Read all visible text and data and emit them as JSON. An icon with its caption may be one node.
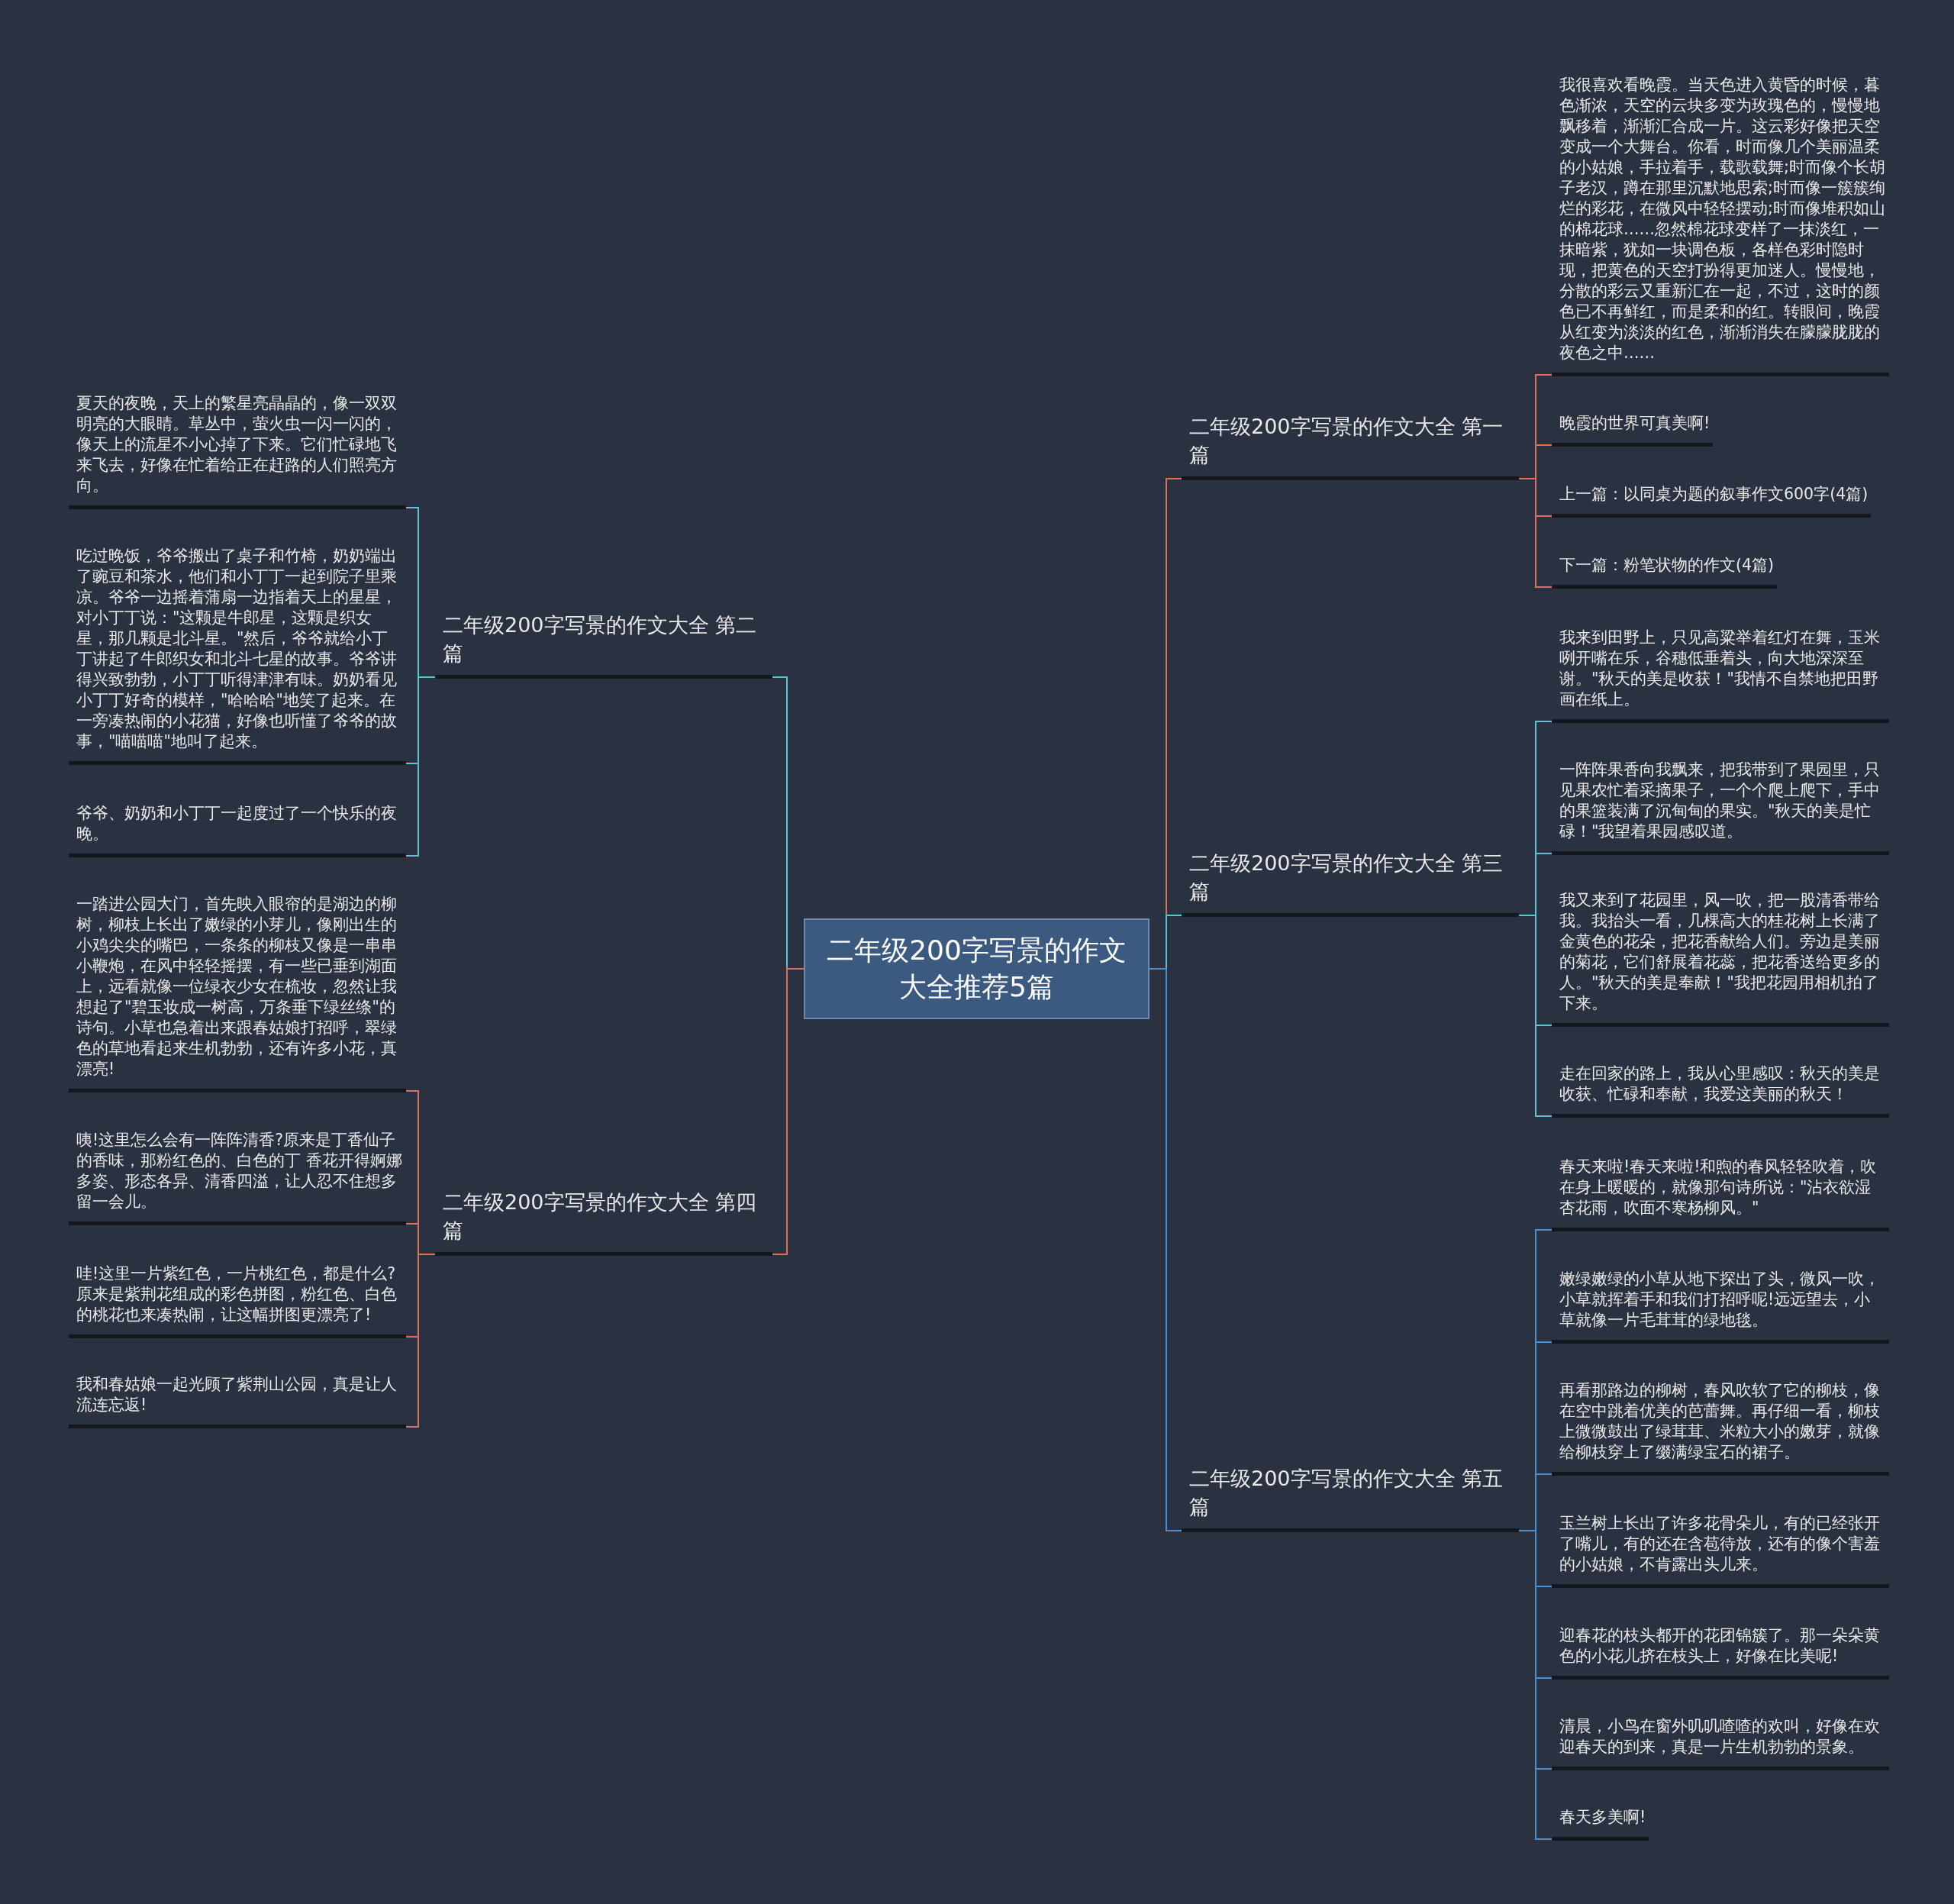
{
  "diagram": {
    "nodes": [
      {
        "text": [
          "二年级200字写景的作文大全推荐5篇"
        ]
      },
      {
        "text": [
          "二年级200字写景的作文大全 第一篇"
        ]
      },
      {
        "text": [
          "我很喜欢看晚霞。当天色进入黄昏的时候，暮色渐浓，天空的云块多变为玫瑰色的，慢慢地飘移着，渐渐汇合成一片。这云彩好像把天空变成一个大舞台。你看，时而像几个美丽温柔的小姑娘，手拉着手，载歌载舞;时而像个长胡子老汉，蹲在那里沉默地思索;时而像一簇簇绚烂的彩花，在微风中轻轻摆动;时而像堆积如山的棉花球……忽然棉花球变样了一抹淡红，一抹暗紫，犹如一块调色板，各样色彩时隐时现，把黄色的天空打扮得更加迷人。慢慢地，分散的彩云又重新汇在一起，不过，这时的颜色已不再鲜红，而是柔和的红。转眼间，晚霞从红变为淡淡的红色，渐渐消失在朦朦胧胧的夜色之中……"
        ]
      },
      {
        "text": [
          "晚霞的世界可真美啊!"
        ]
      },
      {
        "text": [
          "上一篇：以同桌为题的叙事作文600字(4篇)"
        ]
      },
      {
        "text": [
          "下一篇：粉笔状物的作文(4篇)"
        ]
      },
      {
        "text": [
          "二年级200字写景的作文大全 第二篇"
        ]
      },
      {
        "text": [
          "夏天的夜晚，天上的繁星亮晶晶的，像一双双明亮的大眼睛。草丛中，萤火虫一闪一闪的，像天上的流星不小心掉了下来。它们忙碌地飞来飞去，好像在忙着给正在赶路的人们照亮方向。"
        ]
      },
      {
        "text": [
          "吃过晚饭，爷爷搬出了桌子和竹椅，奶奶端出了豌豆和茶水，他们和小丁丁一起到院子里乘凉。爷爷一边摇着蒲扇一边指着天上的星星，对小丁丁说：\"这颗是牛郎星，这颗是织女星，那几颗是北斗星。\"然后，爷爷就给小丁丁讲起了牛郎织女和北斗七星的故事。爷爷讲得兴致勃勃，小丁丁听得津津有味。奶奶看见小丁丁好奇的模样，\"哈哈哈\"地笑了起来。在一旁凑热闹的小花猫，好像也听懂了爷爷的故事，\"喵喵喵\"地叫了起来。"
        ]
      },
      {
        "text": [
          "爷爷、奶奶和小丁丁一起度过了一个快乐的夜晚。"
        ]
      },
      {
        "text": [
          "二年级200字写景的作文大全 第三篇"
        ]
      },
      {
        "text": [
          "我来到田野上，只见高粱举着红灯在舞，玉米咧开嘴在乐，谷穗低垂着头，向大地深深至谢。\"秋天的美是收获！\"我情不自禁地把田野画在纸上。"
        ]
      },
      {
        "text": [
          "一阵阵果香向我飘来，把我带到了果园里，只见果农忙着采摘果子，一个个爬上爬下，手中的果篮装满了沉甸甸的果实。\"秋天的美是忙碌！\"我望着果园感叹道。"
        ]
      },
      {
        "text": [
          "我又来到了花园里，风一吹，把一股清香带给我。我抬头一看，几棵高大的桂花树上长满了金黄色的花朵，把花香献给人们。旁边是美丽的菊花，它们舒展着花蕊，把花香送给更多的人。\"秋天的美是奉献！\"我把花园用相机拍了下来。"
        ]
      },
      {
        "text": [
          "走在回家的路上，我从心里感叹：秋天的美是收获、忙碌和奉献，我爱这美丽的秋天！"
        ]
      },
      {
        "text": [
          "二年级200字写景的作文大全 第四篇"
        ]
      },
      {
        "text": [
          "一踏进公园大门，首先映入眼帘的是湖边的柳树，柳枝上长出了嫩绿的小芽儿，像刚出生的小鸡尖尖的嘴巴，一条条的柳枝又像是一串串小鞭炮，在风中轻轻摇摆，有一些已垂到湖面上，远看就像一位绿衣少女在梳妆，忽然让我想起了\"碧玉妆成一树高，万条垂下绿丝绦\"的诗句。小草也急着出来跟春姑娘打招呼，翠绿色的草地看起来生机勃勃，还有许多小花，真漂亮!"
        ]
      },
      {
        "text": [
          "咦!这里怎么会有一阵阵清香?原来是丁香仙子的香味，那粉红色的、白色的丁 香花开得婀娜多姿、形态各异、清香四溢，让人忍不住想多留一会儿。"
        ]
      },
      {
        "text": [
          "哇!这里一片紫红色，一片桃红色，都是什么?原来是紫荆花组成的彩色拼图，粉红色、白色的桃花也来凑热闹，让这幅拼图更漂亮了!"
        ]
      },
      {
        "text": [
          "我和春姑娘一起光顾了紫荆山公园，真是让人流连忘返!"
        ]
      },
      {
        "text": [
          "二年级200字写景的作文大全 第五篇"
        ]
      },
      {
        "text": [
          "春天来啦!春天来啦!和煦的春风轻轻吹着，吹在身上暖暖的，就像那句诗所说：\"沾衣欲湿杏花雨，吹面不寒杨柳风。\""
        ]
      },
      {
        "text": [
          "嫩绿嫩绿的小草从地下探出了头，微风一吹，小草就挥着手和我们打招呼呢!远远望去，小草就像一片毛茸茸的绿地毯。"
        ]
      },
      {
        "text": [
          "再看那路边的柳树，春风吹软了它的柳枝，像在空中跳着优美的芭蕾舞。再仔细一看，柳枝上微微鼓出了绿茸茸、米粒大小的嫩芽，就像给柳枝穿上了缀满绿宝石的裙子。"
        ]
      },
      {
        "text": [
          "玉兰树上长出了许多花骨朵儿，有的已经张开了嘴儿，有的还在含苞待放，还有的像个害羞的小姑娘，不肯露出头儿来。"
        ]
      },
      {
        "text": [
          "迎春花的枝头都开的花团锦簇了。那一朵朵黄色的小花儿挤在枝头上，好像在比美呢!"
        ]
      },
      {
        "text": [
          "清晨，小鸟在窗外叽叽喳喳的欢叫，好像在欢迎春天的到来，真是一片生机勃勃的景象。"
        ]
      },
      {
        "text": [
          "春天多美啊!"
        ]
      }
    ],
    "edges": [
      {
        "from": 0,
        "to": 1,
        "arrow": "none",
        "color": "#d9705f"
      },
      {
        "from": 1,
        "to": 2,
        "arrow": "none",
        "color": "#d9705f"
      },
      {
        "from": 1,
        "to": 3,
        "arrow": "none",
        "color": "#d9705f"
      },
      {
        "from": 1,
        "to": 4,
        "arrow": "none",
        "color": "#d9705f"
      },
      {
        "from": 1,
        "to": 5,
        "arrow": "none",
        "color": "#d9705f"
      },
      {
        "from": 0,
        "to": 6,
        "arrow": "none",
        "color": "#62bfd0"
      },
      {
        "from": 6,
        "to": 7,
        "arrow": "none",
        "color": "#62bfd0"
      },
      {
        "from": 6,
        "to": 8,
        "arrow": "none",
        "color": "#62bfd0"
      },
      {
        "from": 6,
        "to": 9,
        "arrow": "none",
        "color": "#62bfd0"
      },
      {
        "from": 0,
        "to": 10,
        "arrow": "none",
        "color": "#62bfd0"
      },
      {
        "from": 10,
        "to": 11,
        "arrow": "none",
        "color": "#62bfd0"
      },
      {
        "from": 10,
        "to": 12,
        "arrow": "none",
        "color": "#62bfd0"
      },
      {
        "from": 10,
        "to": 13,
        "arrow": "none",
        "color": "#62bfd0"
      },
      {
        "from": 10,
        "to": 14,
        "arrow": "none",
        "color": "#62bfd0"
      },
      {
        "from": 0,
        "to": 15,
        "arrow": "none",
        "color": "#d9705f"
      },
      {
        "from": 15,
        "to": 16,
        "arrow": "none",
        "color": "#d9705f"
      },
      {
        "from": 15,
        "to": 17,
        "arrow": "none",
        "color": "#d9705f"
      },
      {
        "from": 15,
        "to": 18,
        "arrow": "none",
        "color": "#d9705f"
      },
      {
        "from": 15,
        "to": 19,
        "arrow": "none",
        "color": "#d9705f"
      },
      {
        "from": 0,
        "to": 20,
        "arrow": "none",
        "color": "#4a8fd0"
      },
      {
        "from": 20,
        "to": 21,
        "arrow": "none",
        "color": "#4a8fd0"
      },
      {
        "from": 20,
        "to": 22,
        "arrow": "none",
        "color": "#4a8fd0"
      },
      {
        "from": 20,
        "to": 23,
        "arrow": "none",
        "color": "#4a8fd0"
      },
      {
        "from": 20,
        "to": 24,
        "arrow": "none",
        "color": "#4a8fd0"
      },
      {
        "from": 20,
        "to": 25,
        "arrow": "none",
        "color": "#4a8fd0"
      },
      {
        "from": 20,
        "to": 26,
        "arrow": "none",
        "color": "#4a8fd0"
      },
      {
        "from": 20,
        "to": 27,
        "arrow": "none",
        "color": "#4a8fd0"
      }
    ]
  }
}
